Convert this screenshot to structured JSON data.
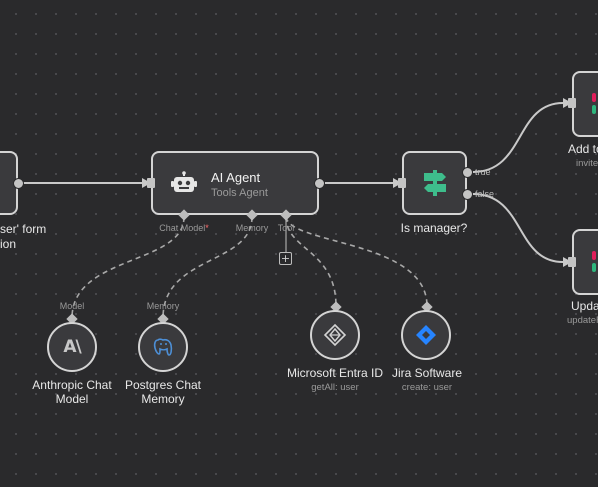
{
  "nodes": {
    "trigger": {
      "label_line1": "ser' form",
      "label_line2": "ion"
    },
    "agent": {
      "title": "AI Agent",
      "subtitle": "Tools Agent"
    },
    "slots": {
      "chat_model": "Chat Model",
      "required_mark": "*",
      "memory": "Memory",
      "tool": "Tool"
    },
    "if_node": {
      "title": "Is manager?",
      "true_label": "true",
      "false_label": "false"
    },
    "right_top": {
      "title": "Add to",
      "subtitle": "invite"
    },
    "right_bottom": {
      "title": "Updat",
      "subtitle": "updateF"
    }
  },
  "sub_nodes": {
    "model": {
      "slot": "Model",
      "line1": "Anthropic Chat",
      "line2": "Model",
      "icon": "anthropic-icon",
      "glyph": "A\\"
    },
    "memory": {
      "slot": "Memory",
      "line1": "Postgres Chat",
      "line2": "Memory",
      "icon": "postgres-icon"
    },
    "entra": {
      "title": "Microsoft Entra ID",
      "subtitle": "getAll: user",
      "icon": "microsoft-entra-icon"
    },
    "jira": {
      "title": "Jira Software",
      "subtitle": "create: user",
      "icon": "jira-icon"
    }
  },
  "add_tool": {
    "symbol": "+"
  },
  "colors": {
    "canvas": "#2a2a2c",
    "node_fill": "#3a3a3d",
    "node_border": "#d4d4d4",
    "if_icon_green": "#3ebd8c",
    "jira_blue": "#2684ff",
    "required_red": "#ff6d6d"
  }
}
